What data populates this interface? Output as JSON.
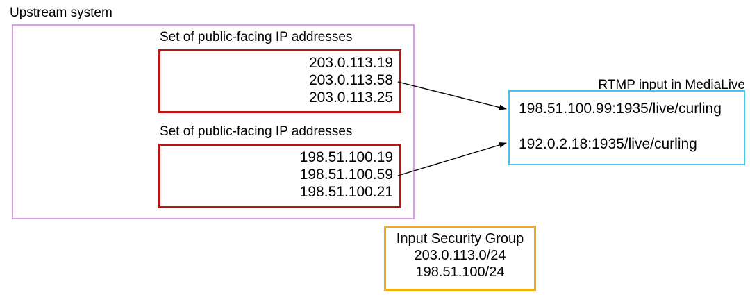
{
  "diagram": {
    "title": "Upstream system",
    "upstream": {
      "label": "Upstream system",
      "border_color": "#dd9bee",
      "ip_sets": [
        {
          "label": "Set of public-facing IP addresses",
          "border_color": "#bb1212",
          "addresses": [
            "203.0.113.19",
            "203.0.113.58",
            "203.0.113.25"
          ]
        },
        {
          "label": "Set of public-facing IP addresses",
          "border_color": "#bb1212",
          "addresses": [
            "198.51.100.19",
            "198.51.100.59",
            "198.51.100.21"
          ]
        }
      ]
    },
    "rtmp_input": {
      "label": "RTMP input in MediaLive",
      "border_color": "#4ac3f0",
      "endpoints": [
        "198.51.100.99:1935/live/curling",
        "192.0.2.18:1935/live/curling"
      ]
    },
    "input_security_group": {
      "title": "Input Security Group",
      "border_color": "#f0ac12",
      "cidr_blocks": [
        "203.0.113.0/24",
        "198.51.100/24"
      ]
    },
    "arrows": [
      {
        "name": "arrow-ipset1-to-rtmp-endpoint1",
        "from": "203.0.113.58",
        "to": "198.51.100.99:1935/live/curling",
        "color": "#000000"
      },
      {
        "name": "arrow-ipset2-to-rtmp-endpoint2",
        "from": "198.51.100.59",
        "to": "192.0.2.18:1935/live/curling",
        "color": "#000000"
      }
    ]
  }
}
